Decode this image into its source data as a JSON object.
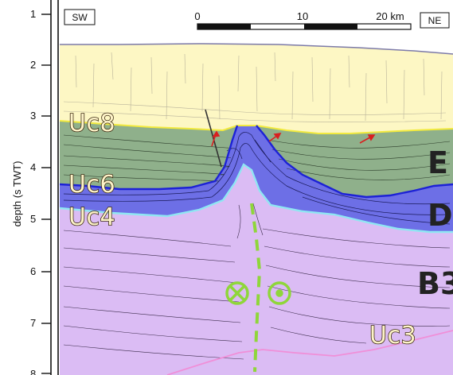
{
  "axis": {
    "title": "depth (s TWT)",
    "ticks": [
      "1",
      "2",
      "3",
      "4",
      "5",
      "6",
      "7",
      "8"
    ]
  },
  "orientation": {
    "left": "SW",
    "right": "NE"
  },
  "scale_bar": {
    "labels": [
      "0",
      "10",
      "20 km"
    ]
  },
  "units": {
    "uc8": "Uc8",
    "uc6": "Uc6",
    "uc4": "Uc4",
    "uc3": "Uc3"
  },
  "zones": {
    "e": "E",
    "d": "D",
    "b3": "B3"
  },
  "colors": {
    "unit_yellow": "#fdf7c3",
    "unit_green": "#8fb08a",
    "unit_blue": "#6b6ee3",
    "unit_purple": "#dbbcf4",
    "horizon_yellow": "#f2ea3e",
    "horizon_blue": "#1d22d6",
    "horizon_cyan": "#8fe6f2",
    "horizon_pink": "#f08fd8",
    "fault_green": "#8fd63a",
    "arrow_red": "#d92020"
  },
  "symbols": [
    "into-page-marker",
    "out-of-page-marker"
  ]
}
